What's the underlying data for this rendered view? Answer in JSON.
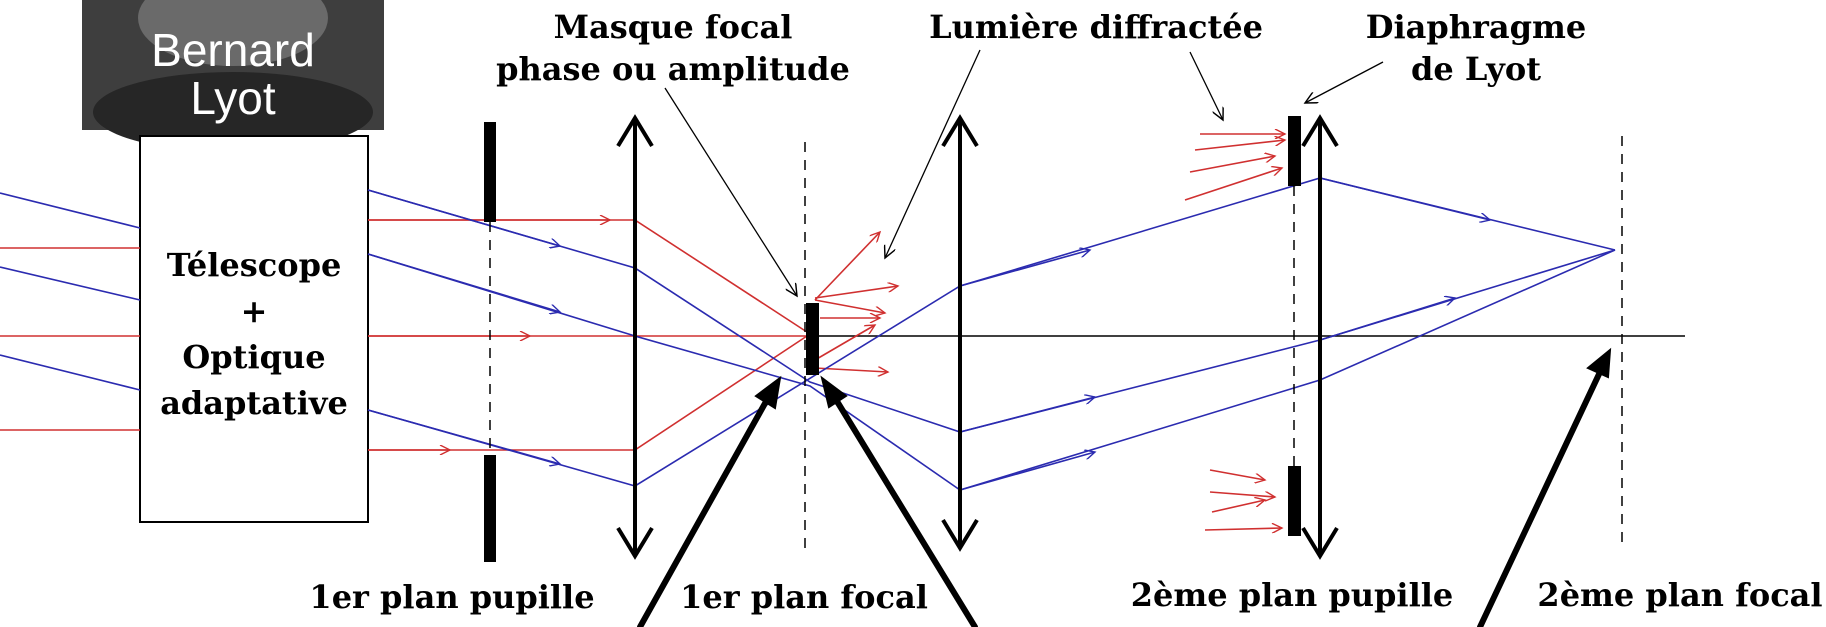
{
  "portrait": {
    "line1": "Bernard",
    "line2": "Lyot"
  },
  "labels": {
    "mask_1": "Masque focal",
    "mask_2": "phase ou amplitude",
    "diffracted": "Lumière diffractée",
    "lyot_1": "Diaphragme",
    "lyot_2": "de Lyot",
    "pupil_1": "1er plan pupille",
    "focal_1": "1er plan focal",
    "pupil_2": "2ème plan pupille",
    "focal_2": "2ème plan focal"
  },
  "telescope_box": {
    "line1": "Télescope",
    "line2": "+",
    "line3": "Optique",
    "line4": "adaptative"
  },
  "colors": {
    "ray_blue": "#2b2bb0",
    "ray_red": "#d03030",
    "ink": "#000000",
    "portrait_bg": "#3e3e3e"
  }
}
